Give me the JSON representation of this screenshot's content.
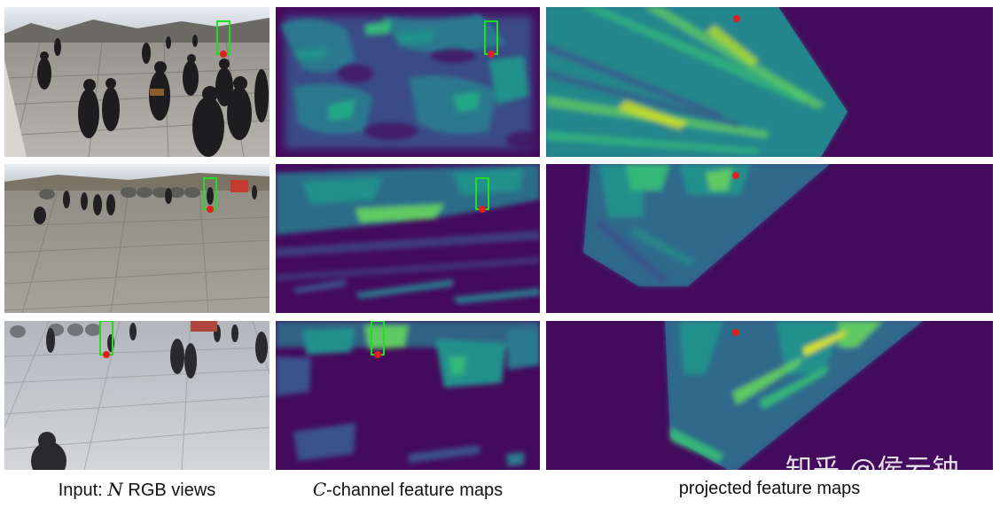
{
  "captions": {
    "col1_prefix": "Input: ",
    "col1_var": "N",
    "col1_suffix": " RGB views",
    "col2_var": "C",
    "col2_suffix": "-channel feature maps",
    "col3": "projected feature maps"
  },
  "watermark": "知乎 @侯云钟",
  "colors": {
    "background_map": "#440a5c",
    "feature_teal": "#21918c",
    "feature_green": "#5ec962",
    "feature_yellow": "#d8e219",
    "bbox": "#22dd22",
    "point": "#e0201c"
  },
  "rows": [
    {
      "photo_alt": "crowded plaza view 1"
    },
    {
      "photo_alt": "plaza view 2"
    },
    {
      "photo_alt": "plaza view 3"
    }
  ]
}
